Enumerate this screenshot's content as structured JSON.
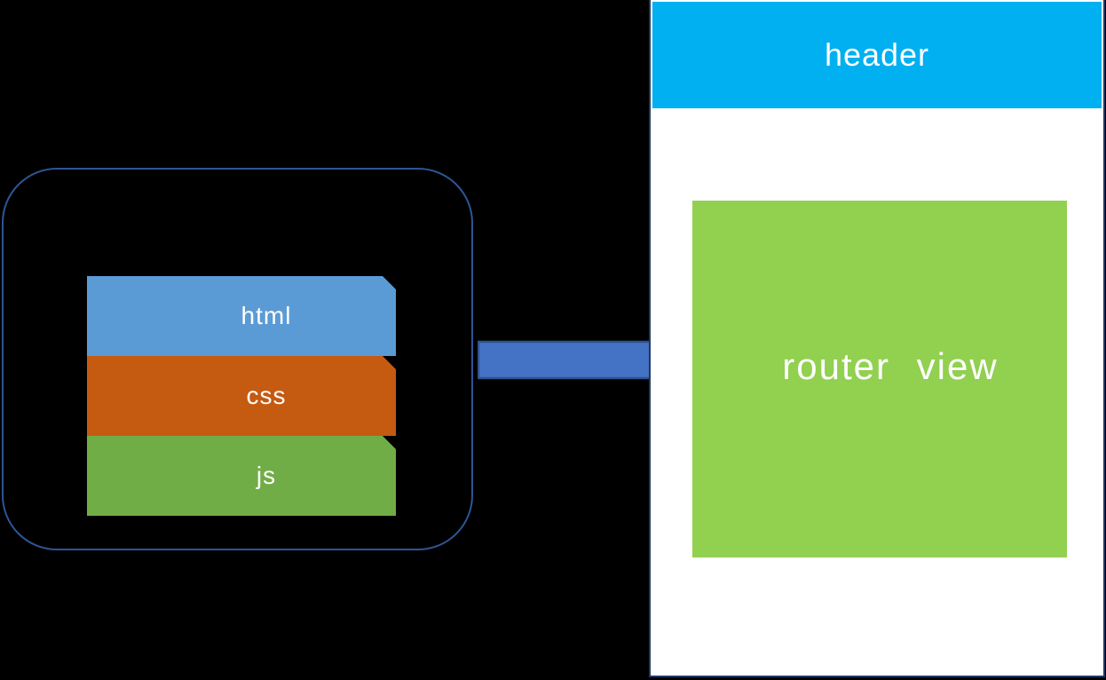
{
  "diagram": {
    "background_color": "#000000",
    "source_group": {
      "outline_color": "#2F5496",
      "bars": [
        {
          "label": "html",
          "color": "#5B9BD5"
        },
        {
          "label": "css",
          "color": "#C55A11"
        },
        {
          "label": "js",
          "color": "#70AD47"
        }
      ]
    },
    "arrow": {
      "fill": "#4472C4",
      "stroke": "#2F528F"
    },
    "panel": {
      "border_color": "#1F3864",
      "background": "#FFFFFF",
      "header": {
        "label": "header",
        "color": "#00B0F0",
        "text_color": "#FFFFFF"
      },
      "router_view": {
        "label": "router view",
        "color": "#92D050",
        "text_color": "#FFFFFF"
      }
    }
  }
}
